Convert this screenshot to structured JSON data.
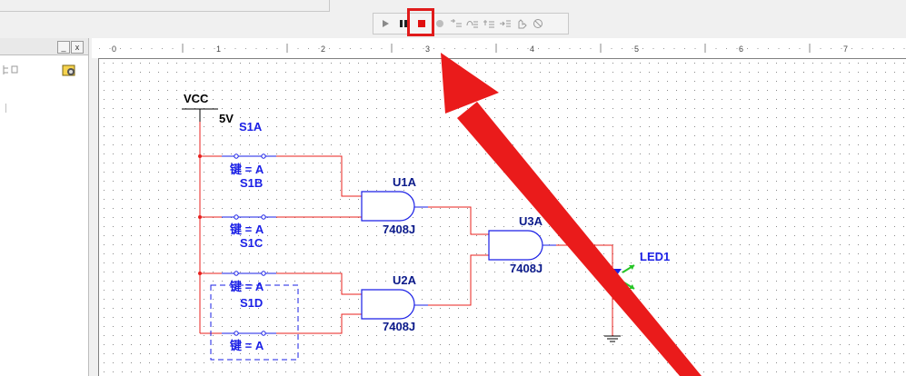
{
  "colors": {
    "wire": "#e8201e",
    "component": "#1a1fe6",
    "label": "#0b1a8a",
    "annotation_arrow": "#ea1b1b",
    "led_arrow": "#26c426"
  },
  "panel": {
    "close_label": "x",
    "restore_label": "_"
  },
  "ruler": {
    "labels": [
      "0",
      "1",
      "2",
      "3",
      "4",
      "5",
      "6",
      "7"
    ]
  },
  "simulation_toolbar": {
    "buttons": [
      "play-icon",
      "pause-icon",
      "stop-icon",
      "record-icon",
      "step-into-icon",
      "step-over-icon",
      "step-out-icon",
      "run-to-cursor-icon",
      "breakpoint-icon",
      "remove-breakpoints-icon"
    ],
    "highlighted": "stop-button"
  },
  "schematic": {
    "power": {
      "name": "VCC",
      "value": "5V"
    },
    "switches": [
      {
        "ref": "S1A",
        "key_label": "键 = A"
      },
      {
        "ref": "S1B",
        "key_label": "键 = A"
      },
      {
        "ref": "S1C",
        "key_label": "键 = A"
      },
      {
        "ref": "S1D",
        "key_label": "键 = A"
      }
    ],
    "gates": [
      {
        "ref": "U1A",
        "part": "7408J"
      },
      {
        "ref": "U2A",
        "part": "7408J"
      },
      {
        "ref": "U3A",
        "part": "7408J"
      }
    ],
    "led": {
      "ref": "LED1"
    }
  }
}
